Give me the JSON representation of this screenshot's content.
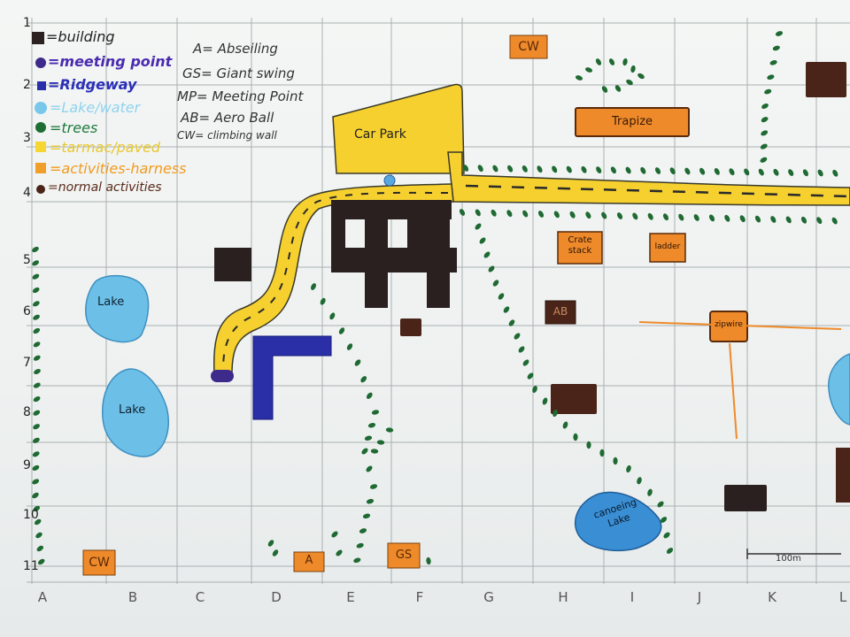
{
  "columns": [
    "A",
    "B",
    "C",
    "D",
    "E",
    "F",
    "G",
    "H",
    "I",
    "J",
    "K",
    "L"
  ],
  "rows": [
    "1",
    "2",
    "3",
    "4",
    "5",
    "6",
    "7",
    "8",
    "9",
    "10",
    "11"
  ],
  "legend": [
    {
      "key": "building",
      "text": "=building",
      "color": "#222222",
      "swatch": "square",
      "swatch_color": "#2b2121"
    },
    {
      "key": "meeting-point",
      "text": "=meeting point",
      "color": "#4a2bb0",
      "swatch": "dot",
      "swatch_color": "#3e2a8a"
    },
    {
      "key": "ridgeway",
      "text": "=Ridgeway",
      "color": "#2b2fb8",
      "swatch": "square",
      "swatch_color": "#2a2fa8"
    },
    {
      "key": "lake",
      "text": "=Lake/water",
      "color": "#8fd3ee",
      "swatch": "blob",
      "swatch_color": "#79c8ea"
    },
    {
      "key": "trees",
      "text": "=trees",
      "color": "#1e7a3c",
      "swatch": "dot",
      "swatch_color": "#1e6e34"
    },
    {
      "key": "tarmac",
      "text": "=tarmac/paved",
      "color": "#f2d23a",
      "swatch": "square",
      "swatch_color": "#f5d632"
    },
    {
      "key": "harness",
      "text": "=activities-harness",
      "color": "#f29a1e",
      "swatch": "square",
      "swatch_color": "#f0a02a"
    },
    {
      "key": "normal",
      "text": "=normal activities",
      "color": "#5a2a1a",
      "swatch": "dot",
      "swatch_color": "#4a2418"
    }
  ],
  "abbreviations": [
    "A= Abseiling",
    "GS= Giant swing",
    "MP= Meeting Point",
    "AB= Aero Ball",
    "CW= climbing wall"
  ],
  "places": {
    "car_park": "Car Park",
    "trapeze": "Trapize",
    "crate_stack": "Crate stack",
    "ladder": "ladder",
    "ab": "AB",
    "zipwire": "zipwire",
    "lake1": "Lake",
    "lake2": "Lake",
    "canoe_lake": "canoeing Lake",
    "cw_top": "CW",
    "cw_bottom": "CW",
    "abseil": "A",
    "giant_swing": "GS",
    "scale": "100m"
  },
  "colors": {
    "grid": "#a9b0b2",
    "building": "#2a2020",
    "ridgeway": "#2a2fa8",
    "tarmac": "#f5d02e",
    "tree": "#1f6a33",
    "lake": "#6cc0e8",
    "lake_dark": "#2b78c8",
    "harness": "#ee8a2a",
    "normal": "#4a2418"
  }
}
